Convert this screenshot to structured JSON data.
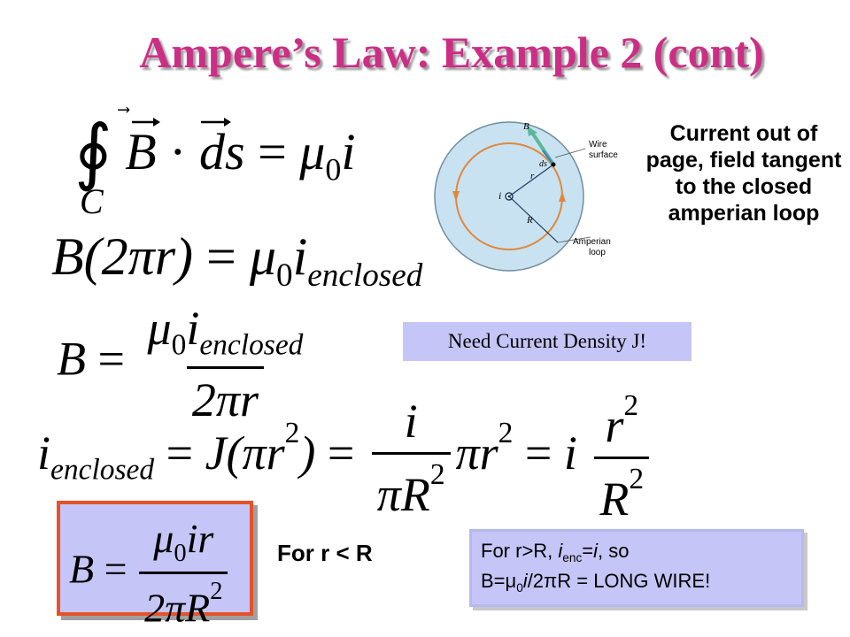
{
  "slide": {
    "title": "Ampere’s Law: Example 2 (cont)",
    "caption": "Current out of page, field tangent to the closed amperian loop",
    "need_box": "Need Current Density J!",
    "for_r_label": "For r < R",
    "outside_line1_prefix": "For r>R, ",
    "outside_line1_var": "i",
    "outside_line1_sub": "enc",
    "outside_line1_eq": "=",
    "outside_line1_var2": "i",
    "outside_line1_suffix": ", so",
    "outside_line2_prefix": "B=",
    "outside_line2_mu": "μ",
    "outside_line2_mu_sub": "0",
    "outside_line2_i": "i",
    "outside_line2_mid": "/2",
    "outside_line2_pi": "π",
    "outside_line2_suffix": "R = LONG WIRE!"
  },
  "diagram": {
    "label_B": "B",
    "label_ds": "ds",
    "label_r": "r",
    "label_i": "i",
    "label_R": "R",
    "label_wire": "Wire",
    "label_surface": "surface",
    "label_amperian": "Amperian",
    "label_loop": "loop"
  },
  "colors": {
    "title": "#cc2e86",
    "box_fill": "#c5c5f7",
    "result_border": "#e55228",
    "disk": "#c8e2f2",
    "loop": "#e0883a",
    "vector": "#5cb89a"
  },
  "equations": {
    "integral_sign": "∮",
    "integral_sub": "C",
    "eq1_B": "B",
    "eq1_dot": "·",
    "eq1_ds": "ds",
    "eq1_eq": " = ",
    "eq1_mu": "μ",
    "eq1_mu_sub": "0",
    "eq1_i": "i",
    "eq2_left": "B",
    "eq2_paren": "(2πr)",
    "eq2_eq": " = ",
    "eq2_mu": "μ",
    "eq2_mu_sub": "0",
    "eq2_i": "i",
    "eq2_sub": "enclosed",
    "eq3_B": "B",
    "eq3_eq": " = ",
    "eq3_num_mu": "μ",
    "eq3_num_mu_sub": "0",
    "eq3_num_i": "i",
    "eq3_num_sub": "enclosed",
    "eq3_den": "2πr",
    "eq4_i": "i",
    "eq4_sub": "enclosed",
    "eq4_eq1": " = ",
    "eq4_J": "J(πr",
    "eq4_J_sup": "2",
    "eq4_J_close": ")",
    "eq4_eq2": " = ",
    "eq4_frac1_num": "i",
    "eq4_frac1_den": "πR",
    "eq4_frac1_den_sup": "2",
    "eq4_pir": "πr",
    "eq4_pir_sup": "2",
    "eq4_eq3": " = ",
    "eq4_i2": "i",
    "eq4_frac2_num": "r",
    "eq4_frac2_num_sup": "2",
    "eq4_frac2_den": "R",
    "eq4_frac2_den_sup": "2",
    "res_B": "B",
    "res_eq": " = ",
    "res_num_mu": "μ",
    "res_num_mu_sub": "0",
    "res_num_rest": "ir",
    "res_den": "2πR",
    "res_den_sup": "2"
  }
}
